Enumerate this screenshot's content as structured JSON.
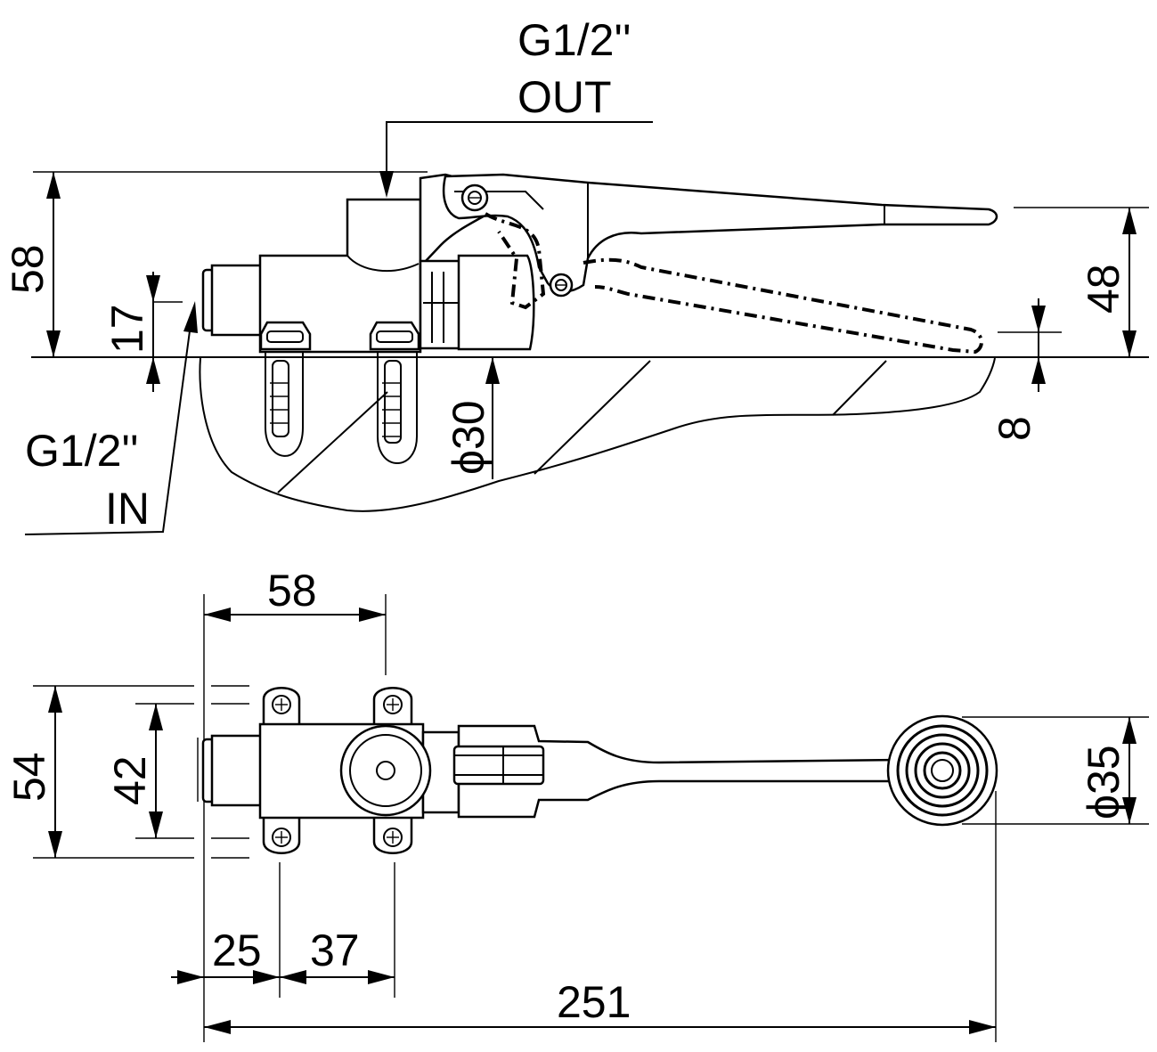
{
  "labels": {
    "outlet_size": "G1/2''",
    "outlet": "OUT",
    "inlet_size": "G1/2''",
    "inlet": "IN",
    "height_total": "58",
    "height_inlet": "17",
    "height_lever": "48",
    "lever_clearance": "8",
    "hole_diameter": "ϕ30",
    "plan_width": "58",
    "plan_depth_outer": "54",
    "plan_depth_inner": "42",
    "pedal_diameter": "ϕ35",
    "fixing_offset": "25",
    "fixing_spacing": "37",
    "overall_length": "251"
  }
}
